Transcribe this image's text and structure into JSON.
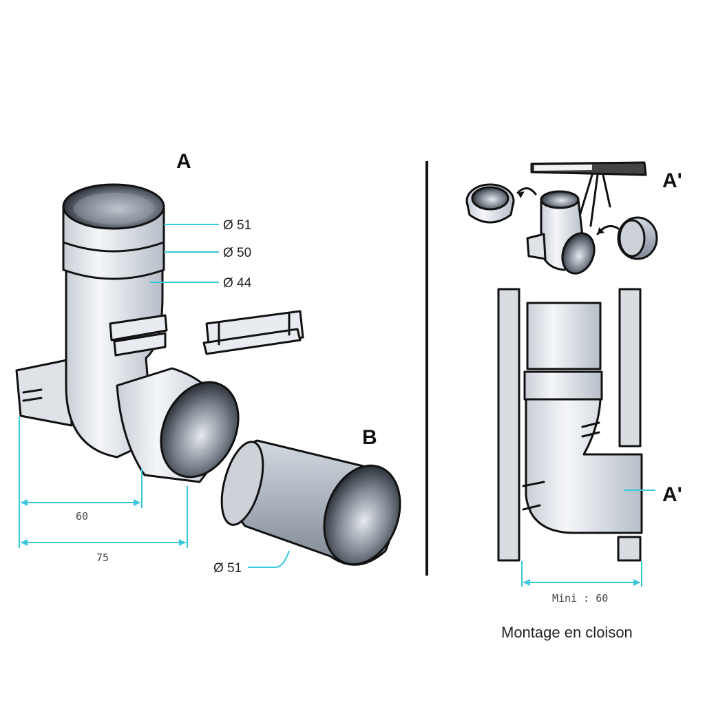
{
  "labels": {
    "part_a": "A",
    "part_b": "B",
    "part_a_prime_top": "A'",
    "part_a_prime_side": "A'"
  },
  "diameters": {
    "d51_top": "Ø 51",
    "d50": "Ø 50",
    "d44": "Ø 44",
    "d51_sleeve": "Ø 51"
  },
  "dimensions": {
    "dim_60": "60",
    "dim_75": "75",
    "mini_60": "Mini : 60"
  },
  "caption": "Montage en cloison",
  "colors": {
    "dimension_line": "#36c8dc",
    "outline": "#111111",
    "body_fill": "#eef1f5",
    "shade": "#aab2bd"
  }
}
